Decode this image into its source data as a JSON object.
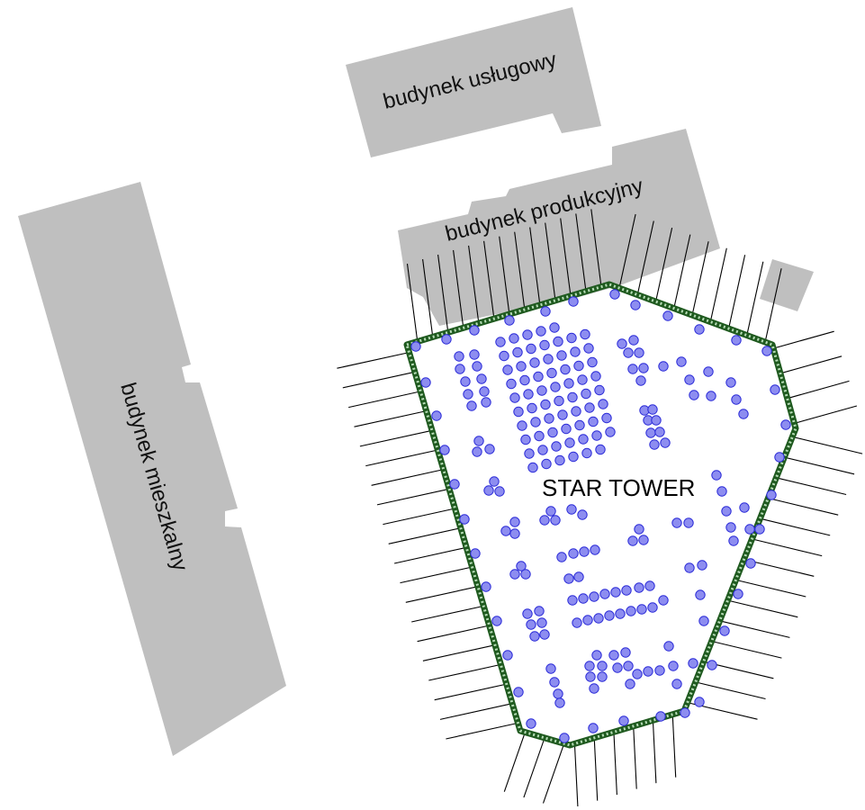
{
  "labels": {
    "service_building": "budynek usługowy",
    "production_building": "budynek produkcyjny",
    "residential_building": "budynek mieszkalny",
    "project_name": "STAR TOWER"
  },
  "colors": {
    "building_fill": "#bfbfbf",
    "pile_fill": "#8d8df0",
    "pile_stroke": "#2b2bd8",
    "diaphragm_wall": "#1f5a1f",
    "anchor_line": "#000000"
  }
}
